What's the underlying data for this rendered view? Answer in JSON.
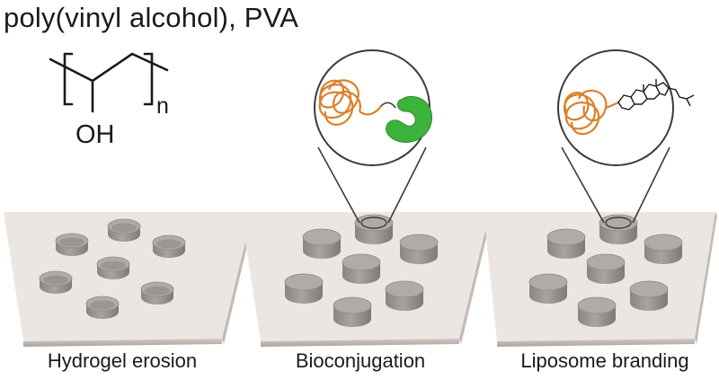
{
  "title": "poly(vinyl alcohol), PVA",
  "structure": {
    "substituent": "OH",
    "repeat_subscript": "n"
  },
  "panels": [
    {
      "caption": "Hydrogel erosion",
      "well_style": "hollow",
      "zoom": false,
      "zoom_content": ""
    },
    {
      "caption": "Bioconjugation",
      "well_style": "solid",
      "zoom": true,
      "zoom_content": "polymer chain linked to green protein"
    },
    {
      "caption": "Liposome branding",
      "well_style": "solid",
      "zoom": true,
      "zoom_content": "polymer chain linked to cholesterol"
    }
  ],
  "colors": {
    "plate": "#ece6e3",
    "plate_edge": "#b9b2ae",
    "well": "#b0aba7",
    "well_dark": "#8e8985",
    "polymer": "#d9812b",
    "protein": "#3cb43c"
  }
}
